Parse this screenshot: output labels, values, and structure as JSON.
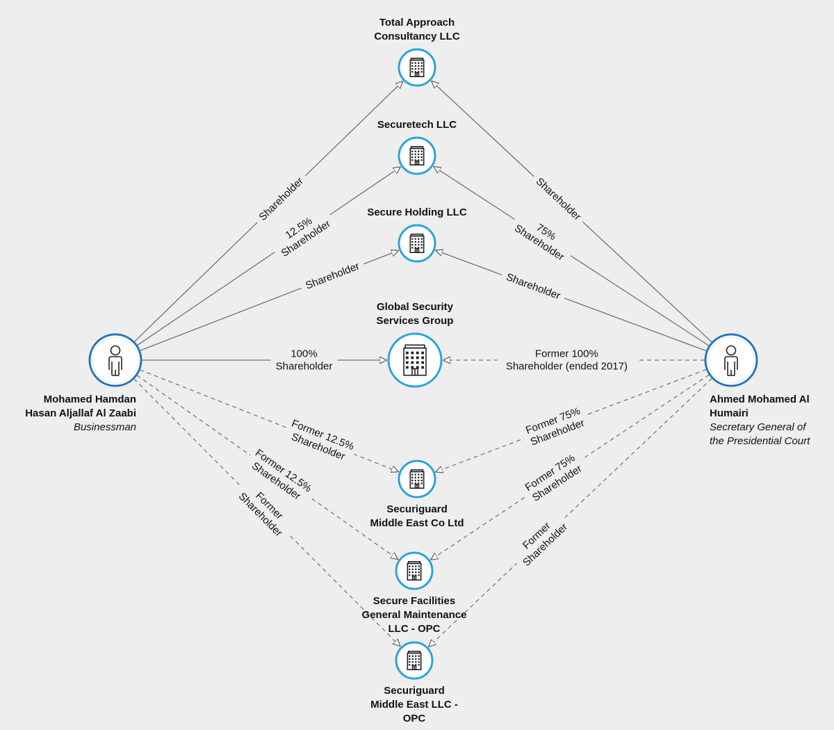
{
  "people": [
    {
      "id": "zaabi",
      "name_lines": [
        "Mohamed Hamdan",
        "Hasan Aljallaf Al Zaabi"
      ],
      "role_lines": [
        "Businessman"
      ],
      "icon": "person-icon",
      "ring_color": "#2a74b4"
    },
    {
      "id": "humairi",
      "name_lines": [
        "Ahmed Mohamed Al",
        "Humairi"
      ],
      "role_lines": [
        "Secretary General of",
        "the Presidential Court"
      ],
      "icon": "person-icon",
      "ring_color": "#2a74b4"
    }
  ],
  "companies": [
    {
      "id": "total_approach",
      "name_lines": [
        "Total Approach",
        "Consultancy LLC"
      ],
      "icon": "building-icon",
      "ring_color": "#2aa3dc"
    },
    {
      "id": "securetech",
      "name_lines": [
        "Securetech LLC"
      ],
      "icon": "building-icon",
      "ring_color": "#2aa3dc"
    },
    {
      "id": "secure_holding",
      "name_lines": [
        "Secure Holding LLC"
      ],
      "icon": "building-icon",
      "ring_color": "#2aa3dc"
    },
    {
      "id": "global_security",
      "name_lines": [
        "Global Security",
        "Services Group"
      ],
      "icon": "building-icon",
      "ring_color": "#2aa3dc"
    },
    {
      "id": "securiguard_me_co",
      "name_lines": [
        "Securiguard",
        "Middle East Co Ltd"
      ],
      "icon": "building-icon",
      "ring_color": "#2aa3dc"
    },
    {
      "id": "secure_facilities",
      "name_lines": [
        "Secure Facilities",
        "General Maintenance",
        "LLC - OPC"
      ],
      "icon": "building-icon",
      "ring_color": "#2aa3dc"
    },
    {
      "id": "securiguard_me_llc",
      "name_lines": [
        "Securiguard",
        "Middle East LLC -",
        "OPC"
      ],
      "icon": "building-icon",
      "ring_color": "#2aa3dc"
    }
  ],
  "edges": [
    {
      "from": "zaabi",
      "to": "total_approach",
      "label_lines": [
        "Shareholder"
      ],
      "style": "solid"
    },
    {
      "from": "zaabi",
      "to": "securetech",
      "label_lines": [
        "12.5%",
        "Shareholder"
      ],
      "style": "solid"
    },
    {
      "from": "zaabi",
      "to": "secure_holding",
      "label_lines": [
        "Shareholder"
      ],
      "style": "solid"
    },
    {
      "from": "zaabi",
      "to": "global_security",
      "label_lines": [
        "100%",
        "Shareholder"
      ],
      "style": "solid"
    },
    {
      "from": "zaabi",
      "to": "securiguard_me_co",
      "label_lines": [
        "Former 12.5%",
        "Shareholder"
      ],
      "style": "dashed"
    },
    {
      "from": "zaabi",
      "to": "secure_facilities",
      "label_lines": [
        "Former 12.5%",
        "Shareholder"
      ],
      "style": "dashed"
    },
    {
      "from": "zaabi",
      "to": "securiguard_me_llc",
      "label_lines": [
        "Former",
        "Shareholder"
      ],
      "style": "dashed"
    },
    {
      "from": "humairi",
      "to": "total_approach",
      "label_lines": [
        "Shareholder"
      ],
      "style": "solid"
    },
    {
      "from": "humairi",
      "to": "securetech",
      "label_lines": [
        "75%",
        "Shareholder"
      ],
      "style": "solid"
    },
    {
      "from": "humairi",
      "to": "secure_holding",
      "label_lines": [
        "Shareholder"
      ],
      "style": "solid"
    },
    {
      "from": "humairi",
      "to": "global_security",
      "label_lines": [
        "Former 100%",
        "Shareholder (ended 2017)"
      ],
      "style": "dashed"
    },
    {
      "from": "humairi",
      "to": "securiguard_me_co",
      "label_lines": [
        "Former 75%",
        "Shareholder"
      ],
      "style": "dashed"
    },
    {
      "from": "humairi",
      "to": "secure_facilities",
      "label_lines": [
        "Former 75%",
        "Shareholder"
      ],
      "style": "dashed"
    },
    {
      "from": "humairi",
      "to": "securiguard_me_llc",
      "label_lines": [
        "Former",
        "Shareholder"
      ],
      "style": "dashed"
    }
  ]
}
